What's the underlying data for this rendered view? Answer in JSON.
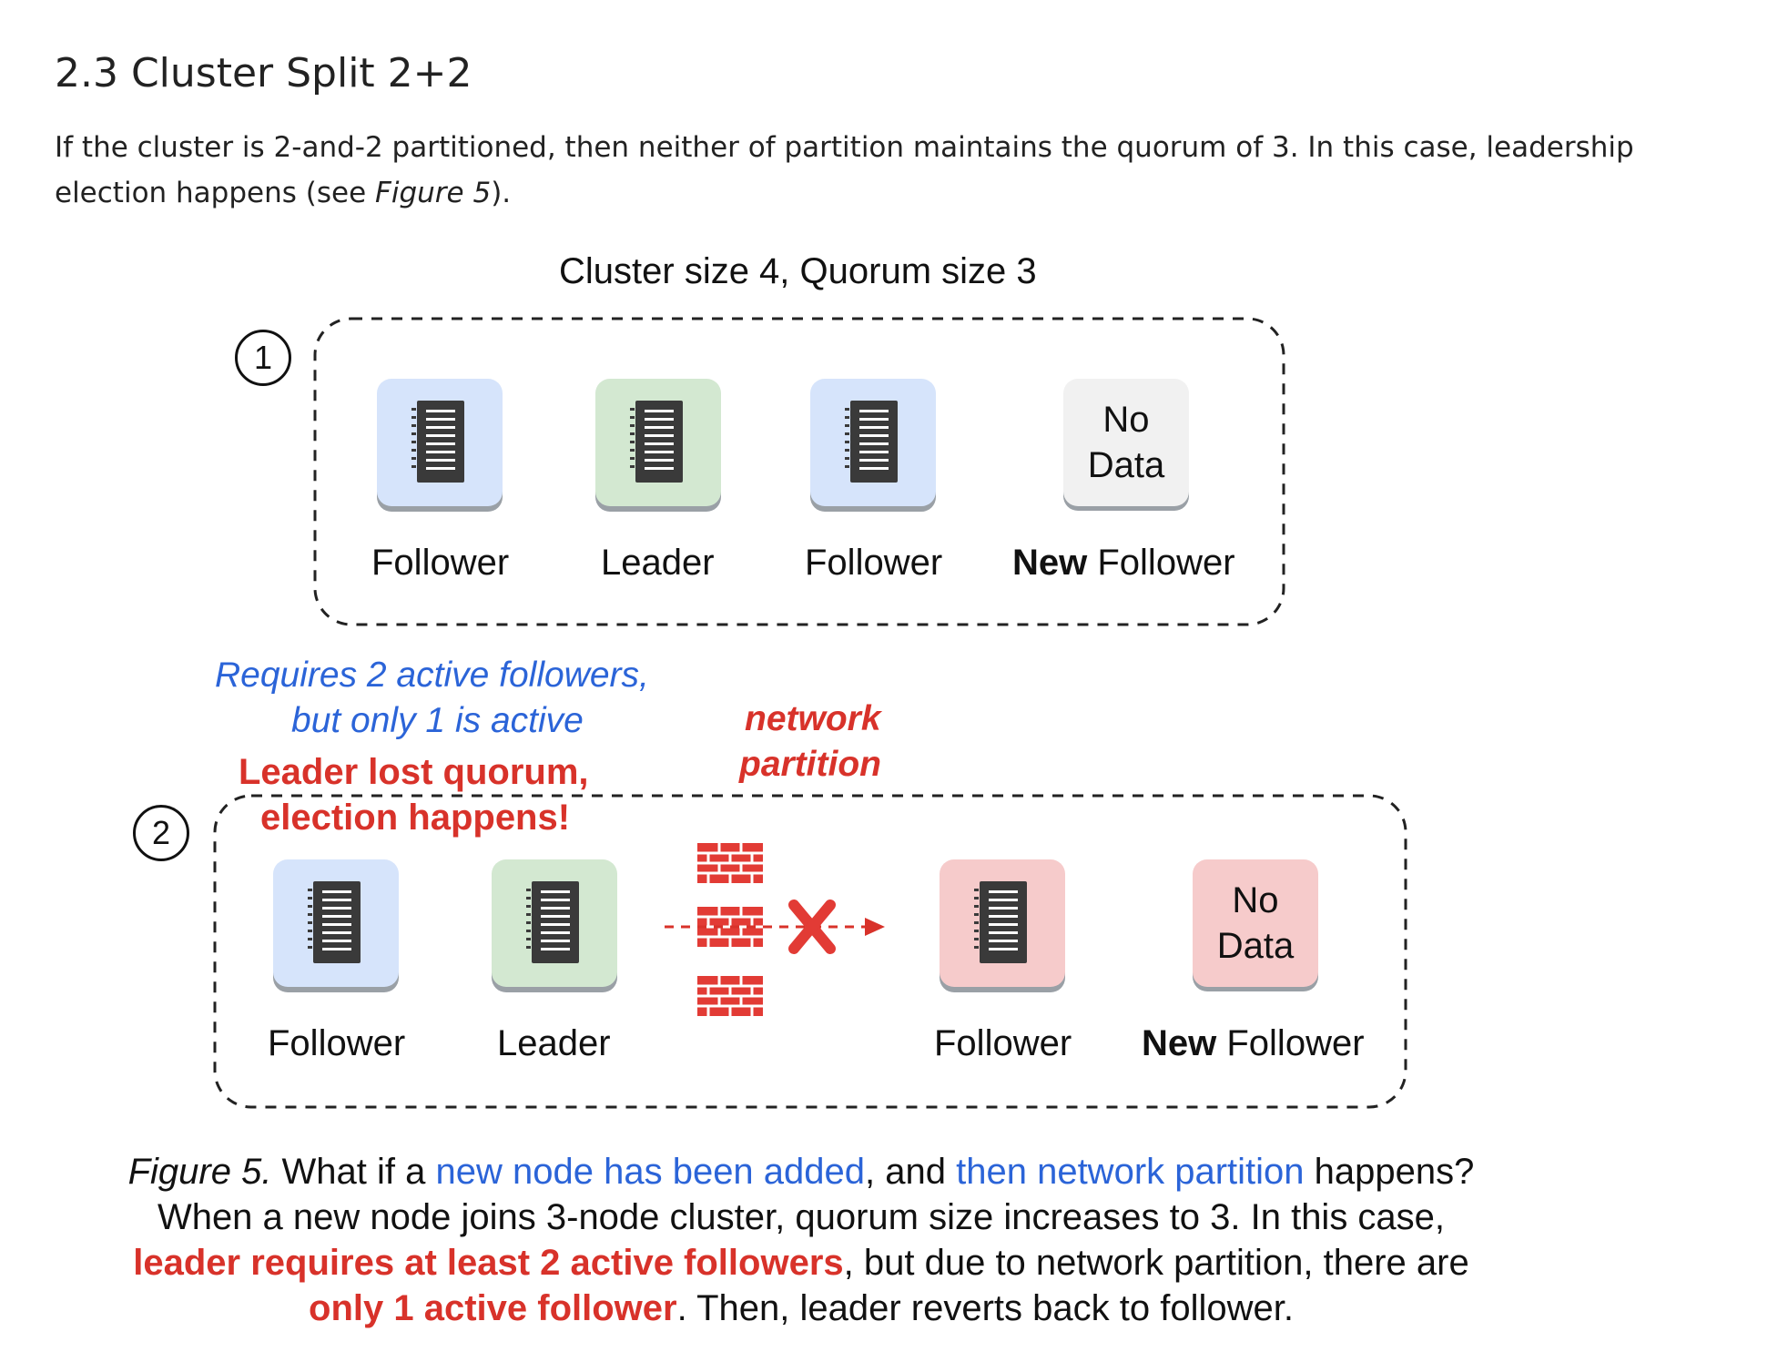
{
  "section": {
    "title": "2.3 Cluster Split 2+2",
    "para_pre": "If the cluster is 2-and-2 partitioned, then neither of partition maintains the quorum of 3. In this case, leadership election happens (see ",
    "para_ref": "Figure 5",
    "para_post": ")."
  },
  "figure": {
    "title": "Cluster size 4, Quorum size 3",
    "step1": {
      "number": "1",
      "nodes": [
        {
          "role": "Follower",
          "fill": "#d6e4fb",
          "icon": "server-icon"
        },
        {
          "role": "Leader",
          "fill": "#d3e8d1",
          "icon": "server-icon"
        },
        {
          "role": "Follower",
          "fill": "#d6e4fb",
          "icon": "server-icon"
        }
      ],
      "new_node": {
        "line1": "No",
        "line2": "Data",
        "fill": "#f1f1f1"
      },
      "new_label_bold": "New",
      "new_label_rest": " Follower"
    },
    "notes": {
      "blue_line1": "Requires 2 active followers,",
      "blue_line2": "but only 1 is active",
      "red_line1": "Leader lost quorum,",
      "red_line2": "election happens!",
      "partition_line1": "network",
      "partition_line2": "partition"
    },
    "step2": {
      "number": "2",
      "nodes": [
        {
          "role": "Follower",
          "fill": "#d6e4fb",
          "icon": "server-icon"
        },
        {
          "role": "Leader",
          "fill": "#d3e8d1",
          "icon": "server-icon"
        },
        {
          "role": "Follower",
          "fill": "#f6cbcb",
          "icon": "server-icon"
        }
      ],
      "new_node": {
        "line1": "No",
        "line2": "Data",
        "fill": "#f6cbcb"
      },
      "new_label_bold": "New",
      "new_label_rest": " Follower",
      "firewall_icon": "brick-wall-icon",
      "blocked_icon": "x-mark-icon"
    },
    "caption": {
      "fig_ref": "Figure 5.",
      "s1": " What if a ",
      "blue1": "new node has been added",
      "s2": ", and ",
      "blue2": "then network partition",
      "s3": " happens?",
      "line2": "When a new node joins 3-node cluster, quorum size increases to 3. In this case,",
      "red1": "leader requires at least 2 active followers",
      "s4": ", but due to network partition, there are",
      "red2": "only 1 active follower",
      "s5": ". Then, leader reverts back to follower."
    },
    "colors": {
      "blue_text": "#2b64d8",
      "red_text": "#d8322a",
      "follower_fill": "#d6e4fb",
      "leader_fill": "#d3e8d1",
      "partitioned_fill": "#f6cbcb"
    }
  }
}
